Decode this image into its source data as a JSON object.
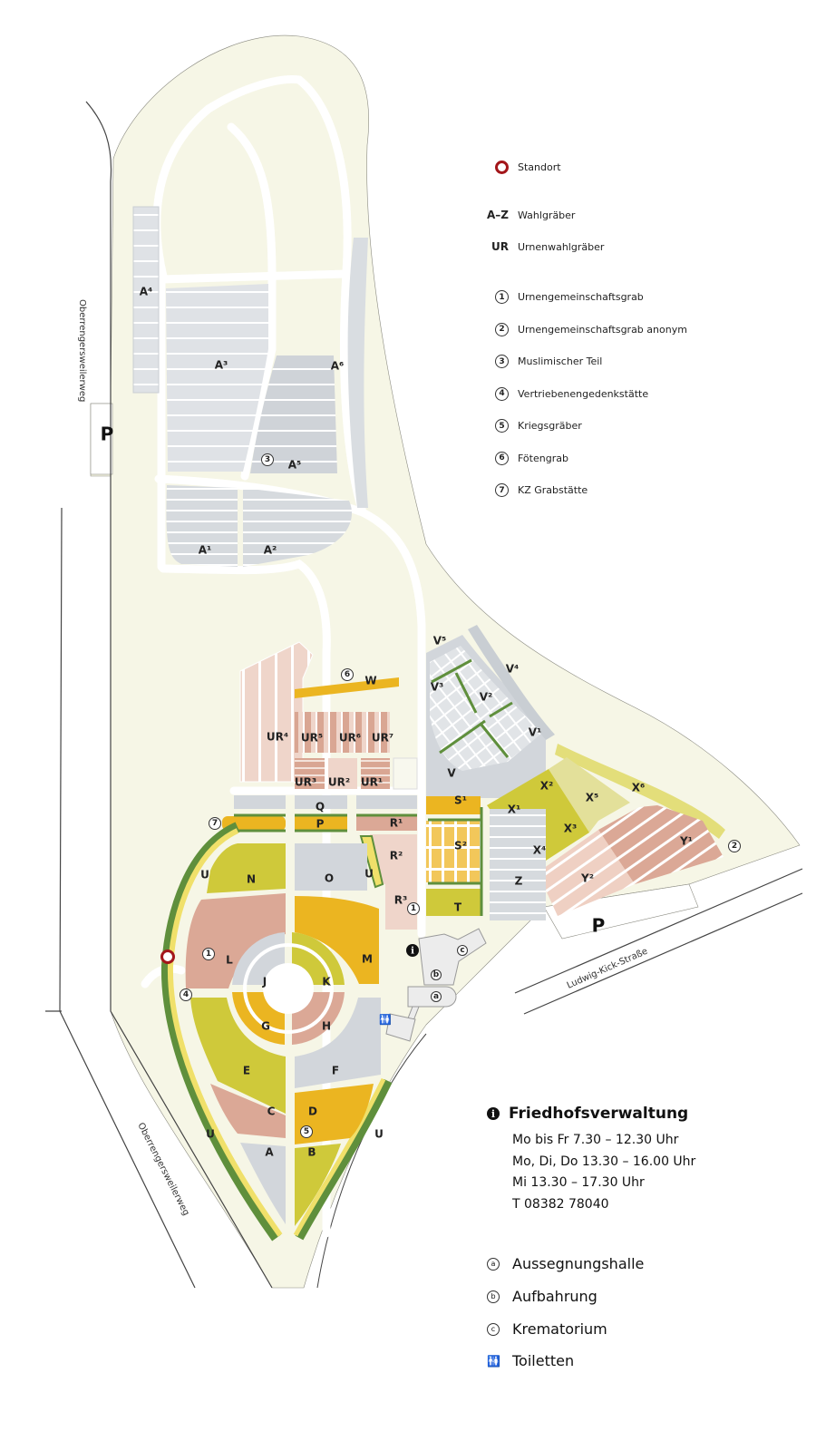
{
  "colors": {
    "cream": "#f6f6e6",
    "gray": "#d2d6db",
    "light_gray": "#e1e4e7",
    "salmon": "#dba896",
    "light_salmon": "#efd5ca",
    "yellow": "#ebb521",
    "light_yellow": "#f2c75a",
    "olive": "#cfc93a",
    "light_olive": "#e3e09a",
    "green": "#5f8f3c",
    "standort": "#a3161a"
  },
  "map": {
    "parking": "P",
    "roads": {
      "west_upper": "Oberrengersweilerweg",
      "west_lower": "Oberrengersweilerweg",
      "south_east": "Ludwig-Kick-Straße"
    },
    "sections": {
      "A1": "A¹",
      "A2": "A²",
      "A3": "A³",
      "A4": "A⁴",
      "A5": "A⁵",
      "A6": "A⁶",
      "W": "W",
      "UR4": "UR⁴",
      "UR5": "UR⁵",
      "UR6": "UR⁶",
      "UR7": "UR⁷",
      "UR3": "UR³",
      "UR2": "UR²",
      "UR1": "UR¹",
      "Q": "Q",
      "P": "P",
      "R1": "R¹",
      "R2": "R²",
      "R3": "R³",
      "U": "U",
      "N": "N",
      "O": "O",
      "L": "L",
      "M": "M",
      "J": "J",
      "K": "K",
      "G": "G",
      "H": "H",
      "E": "E",
      "F": "F",
      "C": "C",
      "D": "D",
      "A": "A",
      "B": "B",
      "V": "V",
      "V1": "V¹",
      "V2": "V²",
      "V3": "V³",
      "V4": "V⁴",
      "V5": "V⁵",
      "S1": "S¹",
      "S2": "S²",
      "T": "T",
      "Z": "Z",
      "X1": "X¹",
      "X2": "X²",
      "X3": "X³",
      "X4": "X⁴",
      "X5": "X⁵",
      "X6": "X⁶",
      "Y1": "Y¹",
      "Y2": "Y²"
    },
    "markers": {
      "m1": "1",
      "m2": "2",
      "m3": "3",
      "m4": "4",
      "m5": "5",
      "m6": "6",
      "m7": "7",
      "a": "a",
      "b": "b",
      "c": "c"
    },
    "info_symbol": "i",
    "toilet_symbol": "🚻"
  },
  "legend": {
    "standort": "Standort",
    "az_key": "A–Z",
    "az": "Wahlgräber",
    "ur_key": "UR",
    "ur": "Urnenwahlgräber",
    "items": [
      {
        "num": "1",
        "label": "Urnengemeinschaftsgrab"
      },
      {
        "num": "2",
        "label": "Urnengemeinschaftsgrab anonym"
      },
      {
        "num": "3",
        "label": "Muslimischer Teil"
      },
      {
        "num": "4",
        "label": "Vertriebenengedenkstätte"
      },
      {
        "num": "5",
        "label": "Kriegsgräber"
      },
      {
        "num": "6",
        "label": "Fötengrab"
      },
      {
        "num": "7",
        "label": "KZ Grabstätte"
      }
    ]
  },
  "office": {
    "icon": "i",
    "title": "Friedhofsverwaltung",
    "hours": [
      "Mo bis Fr 7.30 – 12.30 Uhr",
      "Mo, Di, Do 13.30 – 16.00 Uhr",
      "Mi 13.30 – 17.30 Uhr",
      "T 08382 78040"
    ]
  },
  "facilities": [
    {
      "key": "a",
      "label": "Aussegnungshalle"
    },
    {
      "key": "b",
      "label": "Aufbahrung"
    },
    {
      "key": "c",
      "label": "Krematorium"
    },
    {
      "key": "🚻",
      "label": "Toiletten"
    }
  ]
}
